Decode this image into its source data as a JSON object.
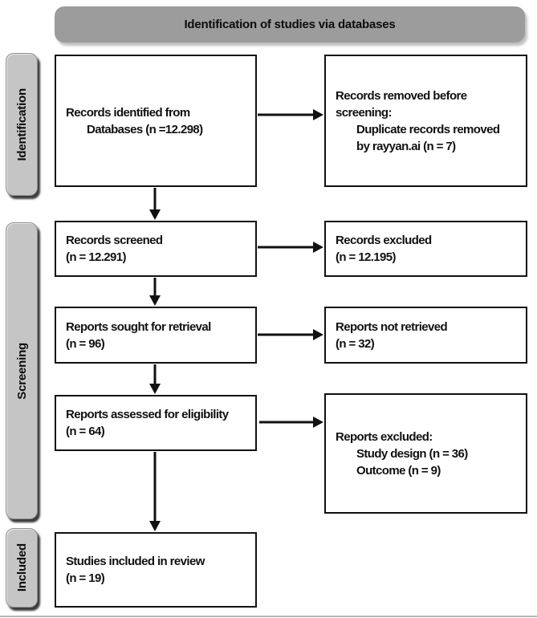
{
  "banner": {
    "label": "Identification of studies via databases"
  },
  "stages": [
    {
      "id": "identification",
      "label": "Identification"
    },
    {
      "id": "screening",
      "label": "Screening"
    },
    {
      "id": "included",
      "label": "Included"
    }
  ],
  "boxes": {
    "records_identified": {
      "lines": [
        "Records identified from",
        "Databases (n =12.298)"
      ]
    },
    "records_removed": {
      "lines": [
        "Records removed before",
        "screening:",
        "Duplicate records removed",
        "by rayyan.ai (n = 7)"
      ]
    },
    "records_screened": {
      "lines": [
        "Records screened",
        "(n = 12.291)"
      ]
    },
    "records_excluded": {
      "lines": [
        "Records excluded",
        "(n = 12.195)"
      ]
    },
    "reports_sought": {
      "lines": [
        "Reports sought for retrieval",
        "(n = 96)"
      ]
    },
    "reports_not_retrieved": {
      "lines": [
        "Reports not retrieved",
        "(n = 32)"
      ]
    },
    "reports_assessed": {
      "lines": [
        "Reports assessed for eligibility",
        "(n = 64)"
      ]
    },
    "reports_excluded": {
      "lines": [
        "Reports excluded:",
        "Study design (n = 36)",
        "Outcome (n = 9)"
      ]
    },
    "studies_included": {
      "lines": [
        "Studies included in review",
        "(n = 19)"
      ]
    }
  },
  "colors": {
    "background": "#ffffff",
    "banner_fill": "#9c9c9c",
    "stage_fill": "#c5c5c5",
    "stage_shadow": "#3d3d3d",
    "box_border": "#111111",
    "arrow": "#111111",
    "text": "#0c0c0c"
  }
}
